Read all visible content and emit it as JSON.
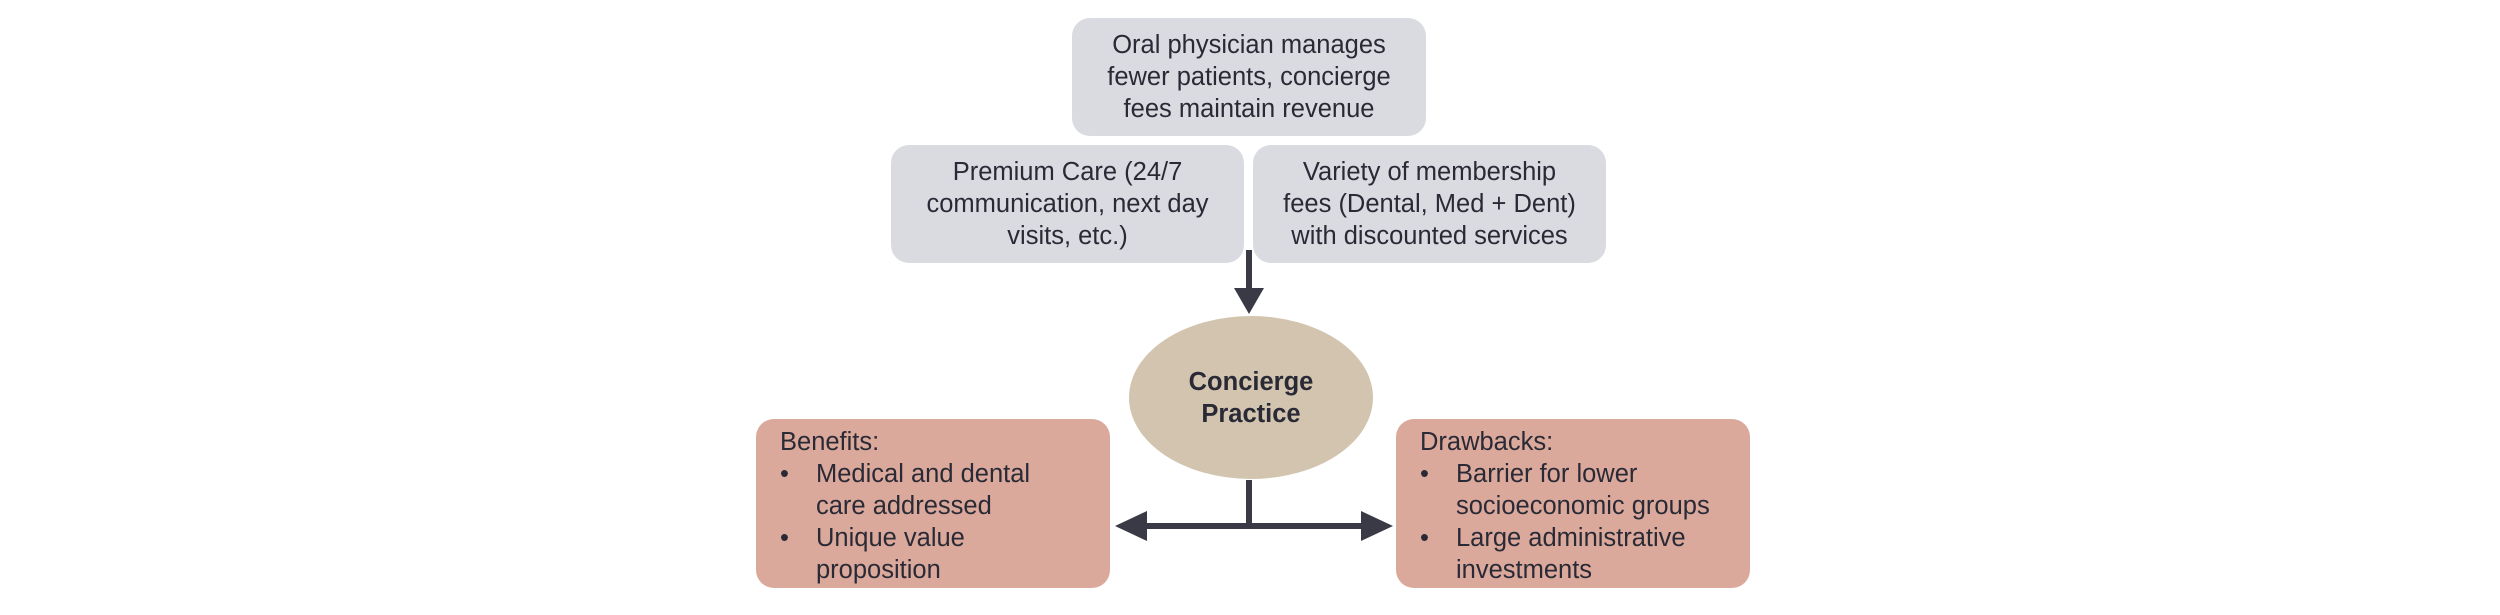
{
  "top_box": {
    "lines": [
      "Oral physician manages",
      "fewer patients, concierge",
      "fees maintain revenue"
    ]
  },
  "left_box": {
    "lines": [
      "Premium Care (24/7",
      "communication, next day",
      "visits, etc.)"
    ]
  },
  "right_box": {
    "lines": [
      "Variety of membership",
      "fees (Dental, Med + Dent)",
      "with discounted services"
    ]
  },
  "center": {
    "lines": [
      "Concierge",
      "Practice"
    ]
  },
  "benefits": {
    "title": "Benefits:",
    "items": [
      [
        "Medical and dental",
        "care addressed"
      ],
      [
        "Unique value",
        "proposition"
      ]
    ]
  },
  "drawbacks": {
    "title": "Drawbacks:",
    "items": [
      [
        "Barrier for lower",
        "socioeconomic groups"
      ],
      [
        "Large administrative",
        "investments"
      ]
    ]
  },
  "colors": {
    "gray_box": "#d9dbe0",
    "pink_box": "#dba99b",
    "ellipse": "#d2c4af",
    "arrow": "#3a3a46"
  }
}
